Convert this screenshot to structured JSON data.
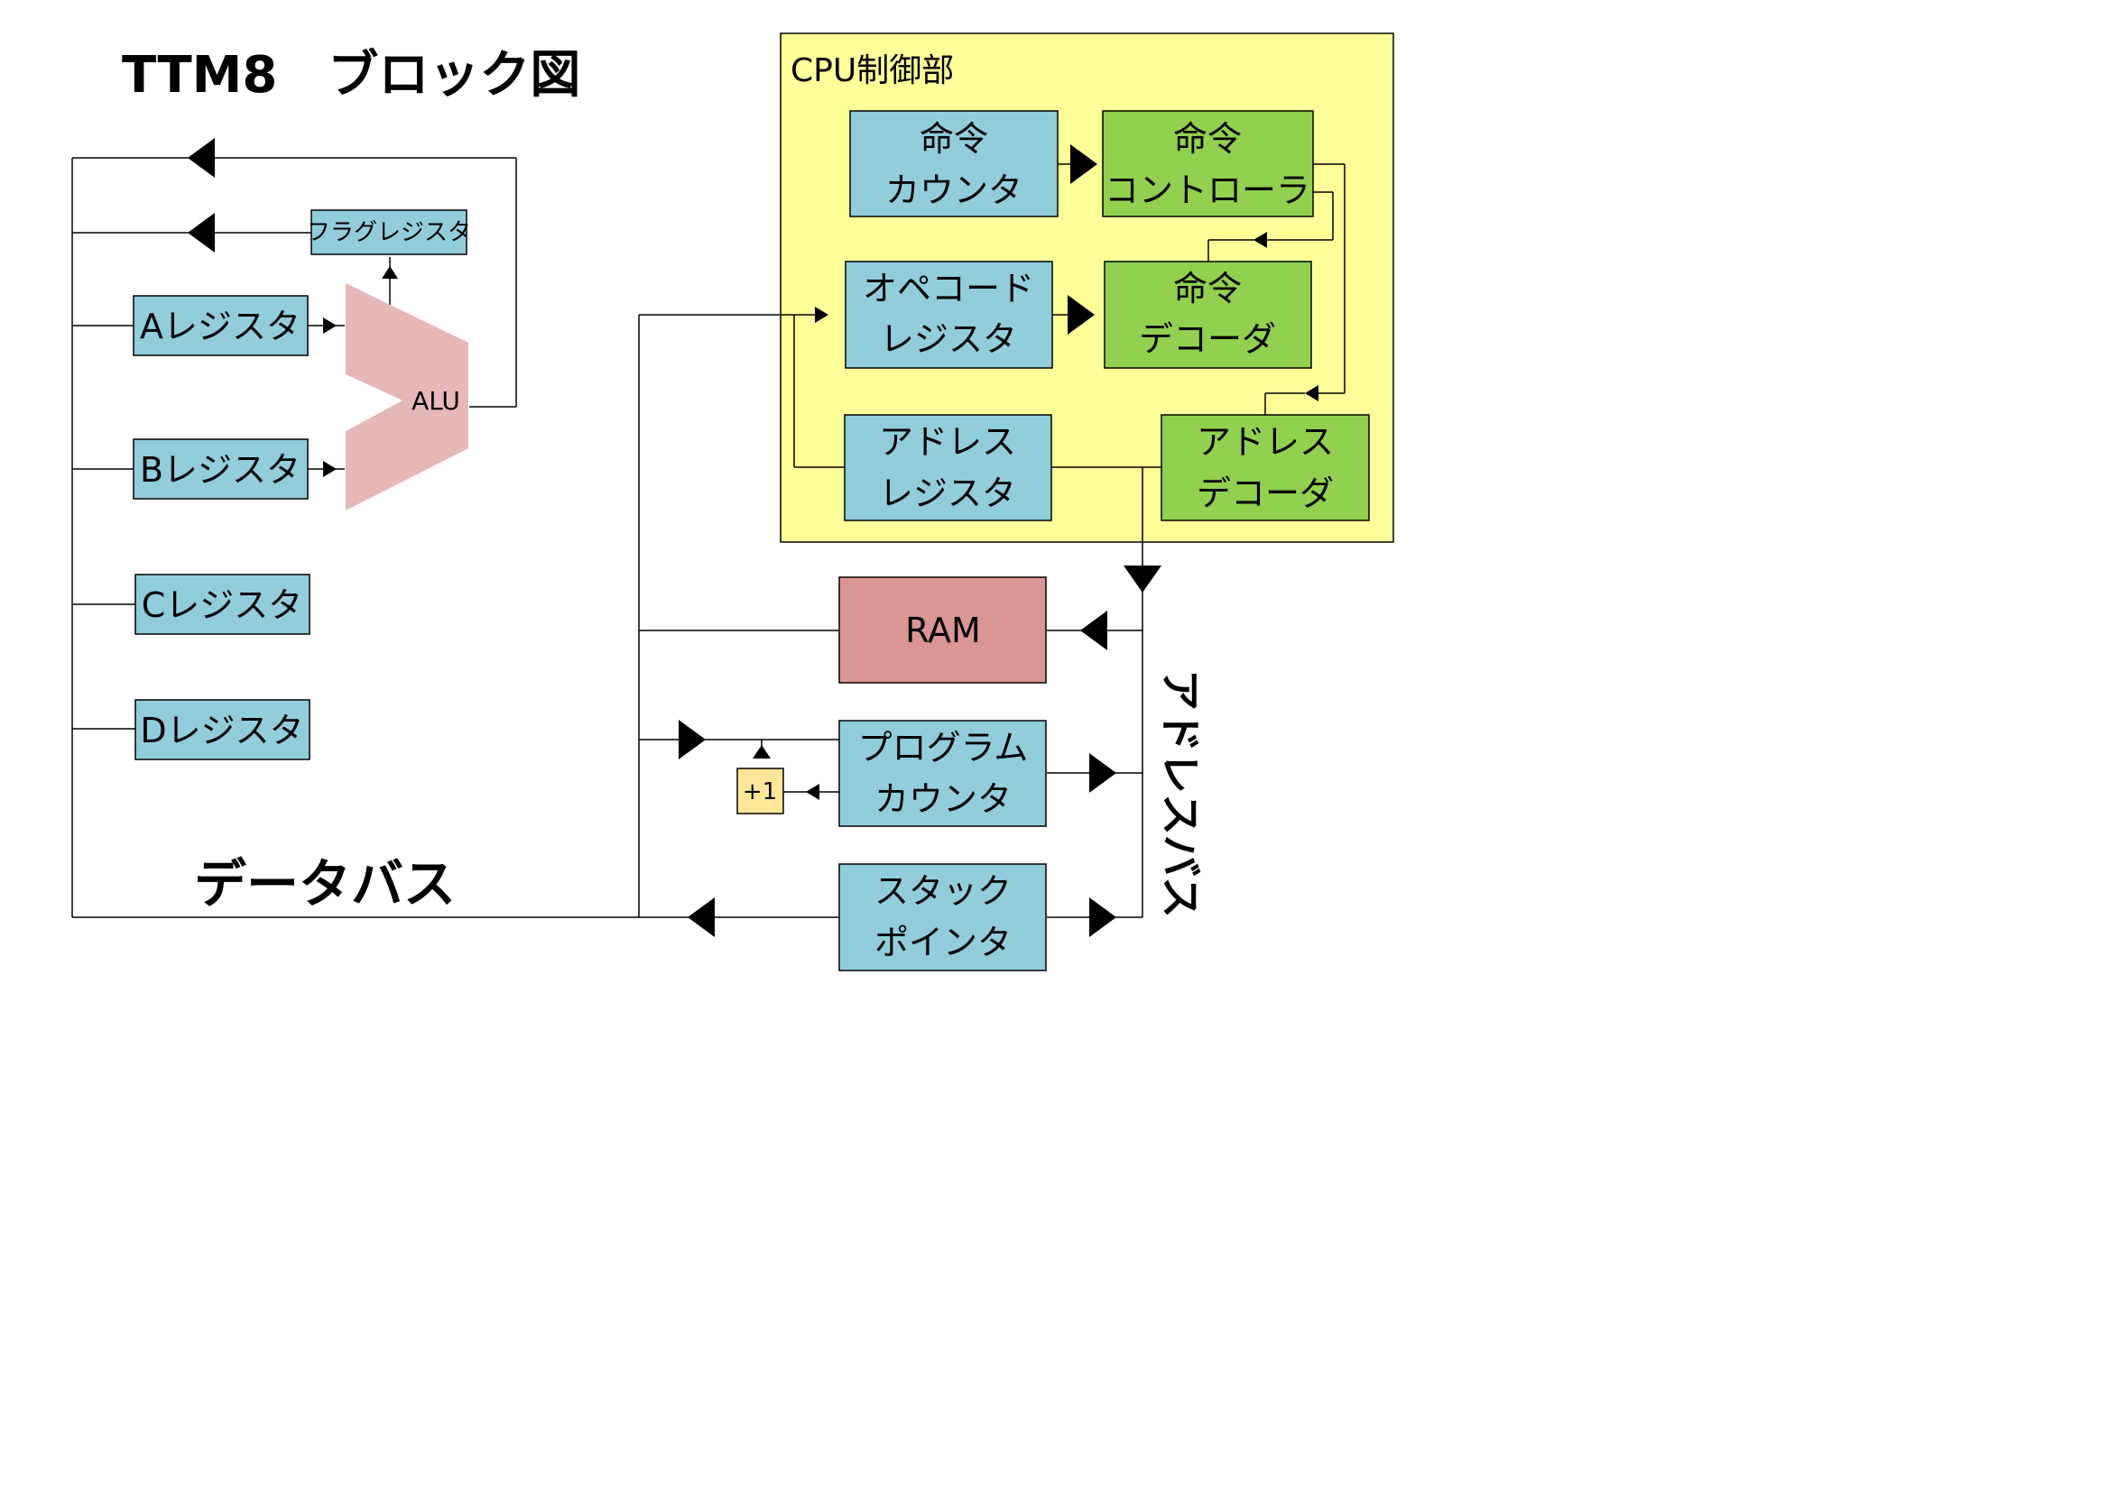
{
  "title": "TTM8　ブロック図",
  "data_bus_label": "データバス",
  "address_bus_label": "アドレスバス",
  "cpu_control": {
    "label": "CPU制御部",
    "instruction_counter": [
      "命令",
      "カウンタ"
    ],
    "instruction_controller": [
      "命令",
      "コントローラ"
    ],
    "opcode_register": [
      "オペコード",
      "レジスタ"
    ],
    "instruction_decoder": [
      "命令",
      "デコーダ"
    ],
    "address_register": [
      "アドレス",
      "レジスタ"
    ],
    "address_decoder": [
      "アドレス",
      "デコーダ"
    ]
  },
  "registers": {
    "flag": "フラグレジスタ",
    "a": "Aレジスタ",
    "b": "Bレジスタ",
    "c": "Cレジスタ",
    "d": "Dレジスタ"
  },
  "alu": "ALU",
  "ram": "RAM",
  "program_counter": [
    "プログラム",
    "カウンタ"
  ],
  "increment": "+1",
  "stack_pointer": [
    "スタック",
    "ポインタ"
  ],
  "colors": {
    "register_blue": "#92cddc",
    "decoder_green": "#92d050",
    "cpu_yellow": "#ffff99",
    "alu_pink": "#e6b8b7",
    "ram_red": "#da9694",
    "increment_yellow": "#ffe699"
  }
}
